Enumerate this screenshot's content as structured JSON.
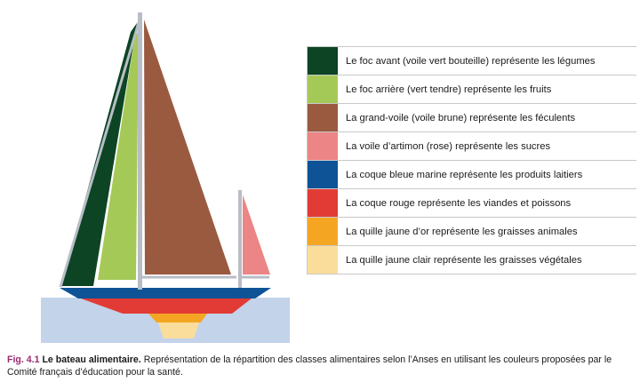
{
  "colors": {
    "foc_avant": "#0c4424",
    "foc_arriere": "#a5c957",
    "grand_voile": "#9a5a40",
    "voile_artimon": "#ec8585",
    "coque_bleue": "#0e5396",
    "coque_rouge": "#e23b35",
    "quille_or": "#f4a623",
    "quille_clair": "#fbdd9b",
    "water": "#c3d3ea",
    "mast": "#b8bdc6"
  },
  "legend": [
    {
      "color": "#0c4424",
      "text": "Le foc avant (voile vert bouteille) représente les légumes"
    },
    {
      "color": "#a5c957",
      "text": "Le foc arrière (vert tendre) représente les fruits"
    },
    {
      "color": "#9a5a40",
      "text": "La grand-voile (voile brune) représente les féculents"
    },
    {
      "color": "#ec8585",
      "text": "La voile d’artimon (rose) représente les sucres"
    },
    {
      "color": "#0e5396",
      "text": "La coque bleue marine représente les produits laitiers"
    },
    {
      "color": "#e23b35",
      "text": "La coque rouge représente les viandes et poissons"
    },
    {
      "color": "#f4a623",
      "text": "La quille jaune d’or représente les graisses animales"
    },
    {
      "color": "#fbdd9b",
      "text": "La quille jaune clair représente les graisses végétales"
    }
  ],
  "caption": {
    "label": "Fig. 4.1",
    "title": "Le bateau alimentaire.",
    "text": "Représentation de la répartition des classes alimentaires selon l’Anses en utilisant les couleurs proposées par le Comité français d’éducation pour la santé."
  }
}
